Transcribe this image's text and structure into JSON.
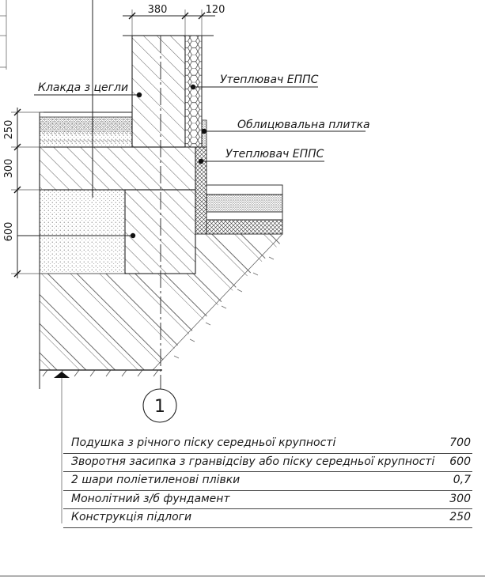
{
  "dimensions": {
    "top": [
      "380",
      "120"
    ],
    "left": [
      "250",
      "300",
      "600"
    ]
  },
  "labels": {
    "brick": "Клакда з цегли",
    "insulation_upper": "Утеплювач ЕППС",
    "tile": "Облицювальна плитка",
    "insulation_lower": "Утеплювач ЕППС"
  },
  "callout": "1",
  "legend": [
    {
      "name": "Подушка з річного піску середньої крупності",
      "value": "700"
    },
    {
      "name": "Зворотня засипка з гранвідсіву або піску середньої крупності",
      "value": "600"
    },
    {
      "name": "2 шари поліетиленові плівки",
      "value": "0,7"
    },
    {
      "name": "Монолітний з/б фундамент",
      "value": "300"
    },
    {
      "name": "Конструкція підлоги",
      "value": "250"
    }
  ]
}
